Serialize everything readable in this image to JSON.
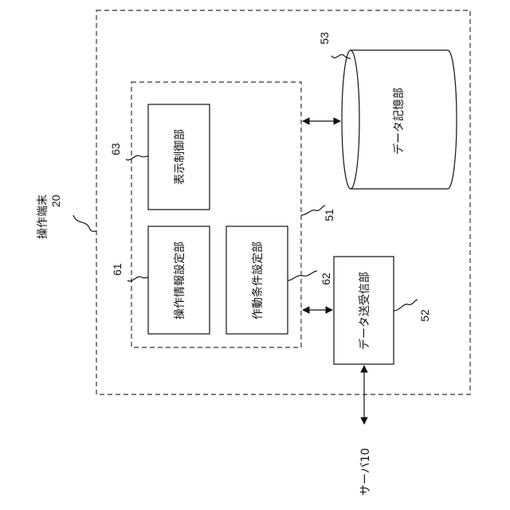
{
  "terminal": {
    "label": "操作端末",
    "ref": "20"
  },
  "controller": {
    "ref": "51"
  },
  "blocks": {
    "display_control": {
      "label": "表示制御部",
      "ref": "63"
    },
    "operation_info_setting": {
      "label": "操作情報設定部",
      "ref": "61"
    },
    "operation_condition_setting": {
      "label": "作動条件設定部",
      "ref": "62"
    },
    "data_transceiver": {
      "label": "データ送受信部",
      "ref": "52"
    },
    "data_storage": {
      "label": "データ記憶部",
      "ref": "53"
    }
  },
  "server": {
    "label": "サーバ10"
  },
  "colors": {
    "line": "#111111",
    "dashed": "#333333",
    "background": "#ffffff"
  }
}
